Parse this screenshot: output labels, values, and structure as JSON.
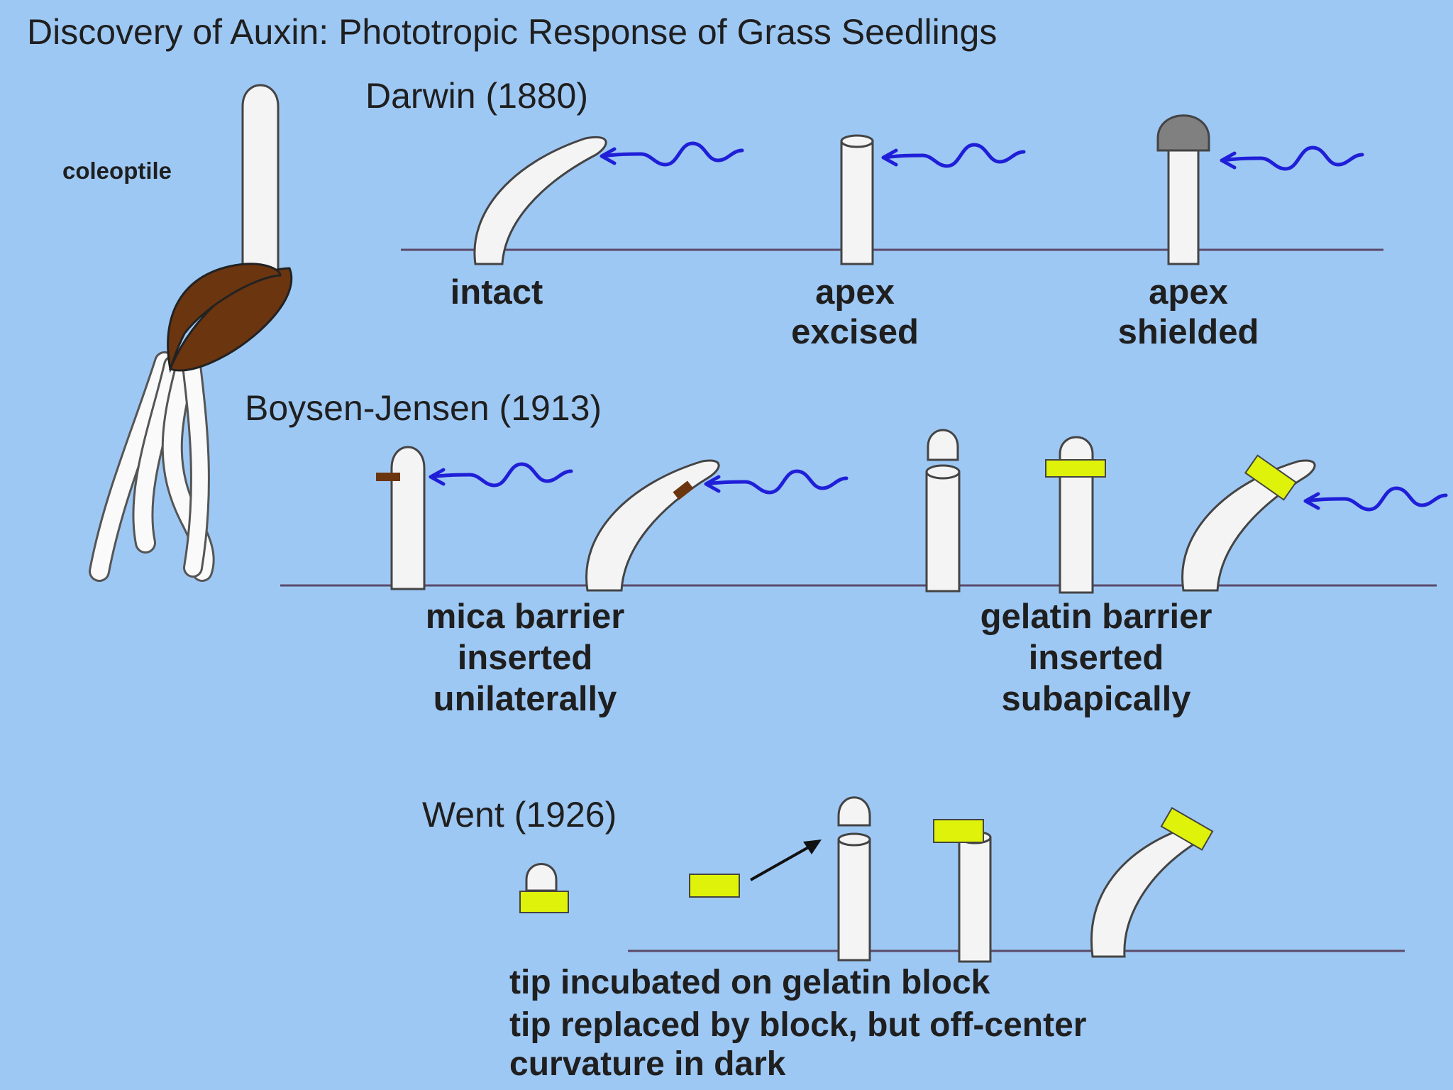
{
  "title": "Discovery of Auxin: Phototropic Response of Grass Seedlings",
  "seedling_label": "coleoptile",
  "darwin": {
    "heading": "Darwin (1880)",
    "labels": [
      [
        "intact"
      ],
      [
        "apex",
        "excised"
      ],
      [
        "apex",
        "shielded"
      ]
    ]
  },
  "boysen_jensen": {
    "heading": "Boysen-Jensen (1913)",
    "labels": [
      [
        "mica barrier",
        "inserted",
        "unilaterally"
      ],
      [
        "gelatin barrier",
        "inserted",
        "subapically"
      ]
    ]
  },
  "went": {
    "heading": "Went (1926)",
    "lines": [
      "tip incubated on gelatin block",
      "tip replaced by block, but off-center",
      "curvature in dark"
    ]
  },
  "colors": {
    "background": "#9ec8f4",
    "tissue": "#f4f4f4",
    "seed": "#6b3510",
    "light_arrow": "#1f1fd8",
    "gelatin": "#dff20a",
    "shield": "#808080",
    "ground": "#5a4a6a"
  }
}
